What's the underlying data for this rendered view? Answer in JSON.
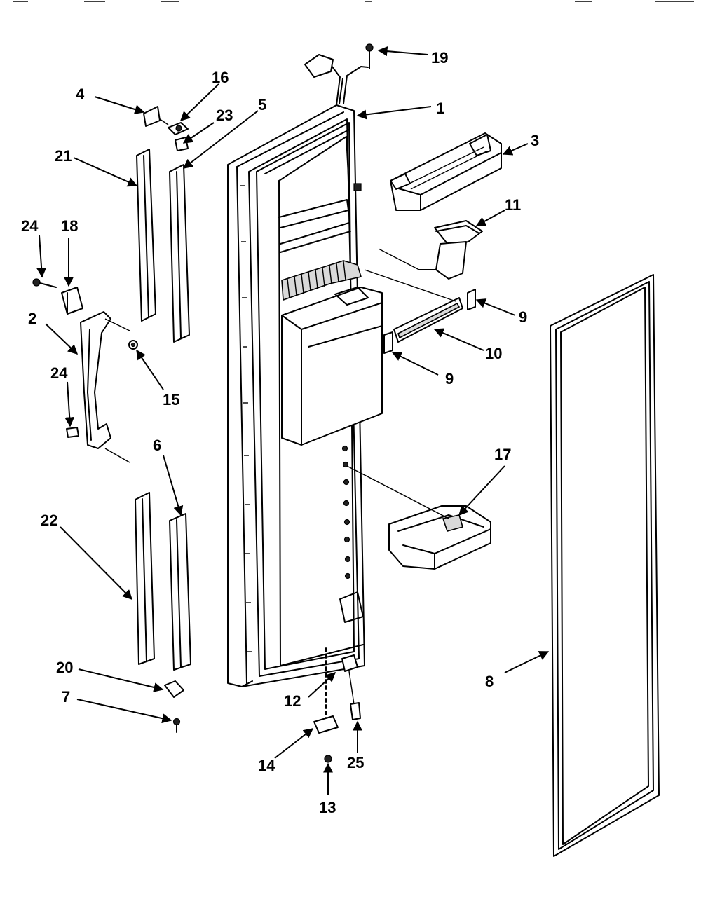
{
  "diagram": {
    "callouts": [
      {
        "id": "c19",
        "label": "19"
      },
      {
        "id": "c1",
        "label": "1"
      },
      {
        "id": "c16",
        "label": "16"
      },
      {
        "id": "c4",
        "label": "4"
      },
      {
        "id": "c23",
        "label": "23"
      },
      {
        "id": "c5",
        "label": "5"
      },
      {
        "id": "c21",
        "label": "21"
      },
      {
        "id": "c3",
        "label": "3"
      },
      {
        "id": "c11",
        "label": "11"
      },
      {
        "id": "c24a",
        "label": "24"
      },
      {
        "id": "c18",
        "label": "18"
      },
      {
        "id": "c2",
        "label": "2"
      },
      {
        "id": "c9a",
        "label": "9"
      },
      {
        "id": "c10",
        "label": "10"
      },
      {
        "id": "c9b",
        "label": "9"
      },
      {
        "id": "c24b",
        "label": "24"
      },
      {
        "id": "c15",
        "label": "15"
      },
      {
        "id": "c6",
        "label": "6"
      },
      {
        "id": "c17",
        "label": "17"
      },
      {
        "id": "c22",
        "label": "22"
      },
      {
        "id": "c8",
        "label": "8"
      },
      {
        "id": "c20",
        "label": "20"
      },
      {
        "id": "c12",
        "label": "12"
      },
      {
        "id": "c7",
        "label": "7"
      },
      {
        "id": "c14",
        "label": "14"
      },
      {
        "id": "c25",
        "label": "25"
      },
      {
        "id": "c13",
        "label": "13"
      }
    ]
  }
}
